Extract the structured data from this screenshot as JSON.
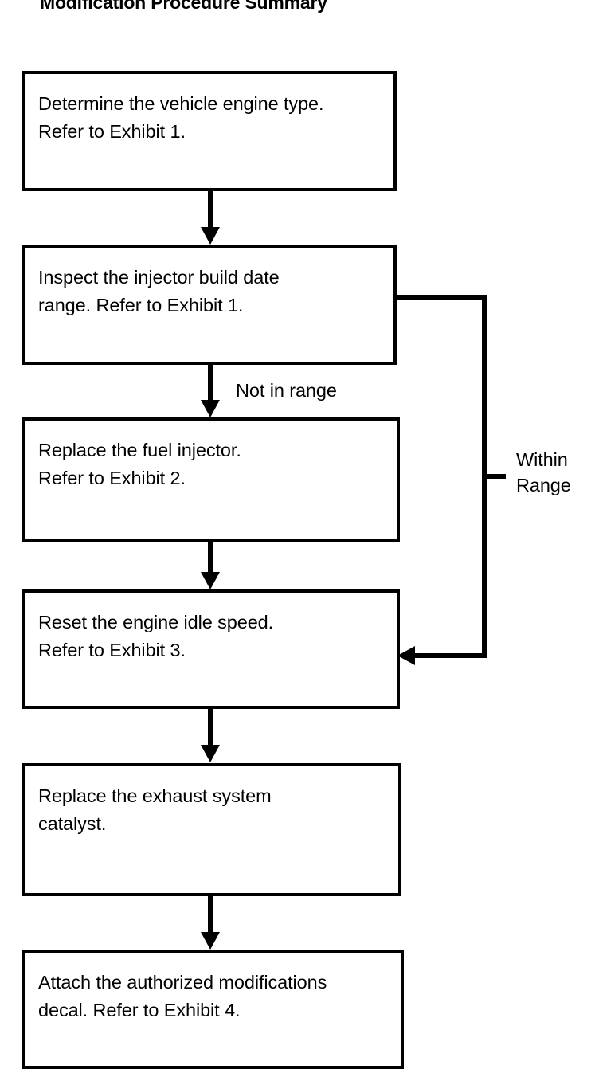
{
  "title": "Modification Procedure Summary",
  "chart_data": {
    "type": "diagram",
    "diagram_kind": "flowchart",
    "title": "Modification Procedure Summary",
    "orientation": "top-to-bottom",
    "nodes": [
      {
        "id": "n1",
        "shape": "rectangle",
        "text": "Determine the vehicle engine type.\nRefer to Exhibit 1."
      },
      {
        "id": "n2",
        "shape": "rectangle",
        "text": "Inspect the injector build date\nrange.  Refer to Exhibit 1."
      },
      {
        "id": "n3",
        "shape": "rectangle",
        "text": "Replace the fuel injector.\nRefer to Exhibit 2."
      },
      {
        "id": "n4",
        "shape": "rectangle",
        "text": "Reset the engine idle speed.\nRefer to Exhibit 3."
      },
      {
        "id": "n5",
        "shape": "rectangle",
        "text": "Replace the exhaust system\ncatalyst."
      },
      {
        "id": "n6",
        "shape": "rectangle",
        "text": "Attach the authorized modifications\ndecal.  Refer to Exhibit 4."
      }
    ],
    "edges": [
      {
        "from": "n1",
        "to": "n2",
        "label": ""
      },
      {
        "from": "n2",
        "to": "n3",
        "label": "Not in range"
      },
      {
        "from": "n3",
        "to": "n4",
        "label": ""
      },
      {
        "from": "n2",
        "to": "n4",
        "label": "Within\nRange",
        "route": "right-bypass"
      },
      {
        "from": "n4",
        "to": "n5",
        "label": ""
      },
      {
        "from": "n5",
        "to": "n6",
        "label": ""
      }
    ],
    "labels": {
      "not_in_range": "Not in range",
      "within_range": "Within\nRange"
    },
    "colors": {
      "stroke": "#000000",
      "fill": "#ffffff",
      "text": "#000000"
    }
  }
}
